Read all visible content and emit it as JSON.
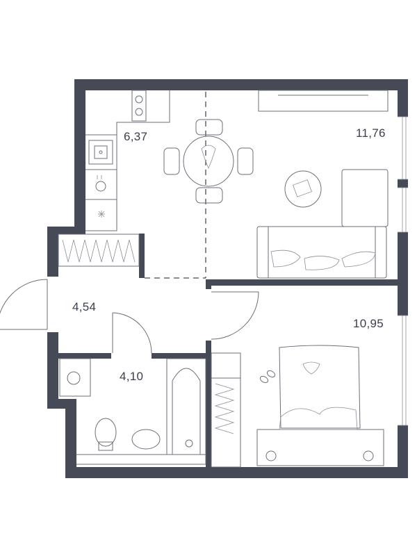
{
  "floor_plan": {
    "rooms": [
      {
        "id": "kitchen",
        "area": "6,37"
      },
      {
        "id": "living",
        "area": "11,76"
      },
      {
        "id": "hall",
        "area": "4,54"
      },
      {
        "id": "bath",
        "area": "4,10"
      },
      {
        "id": "bedroom",
        "area": "10,95"
      }
    ],
    "colors": {
      "wall": "#464a56",
      "line": "#6b6f7a",
      "text": "#3a3f4b"
    }
  }
}
